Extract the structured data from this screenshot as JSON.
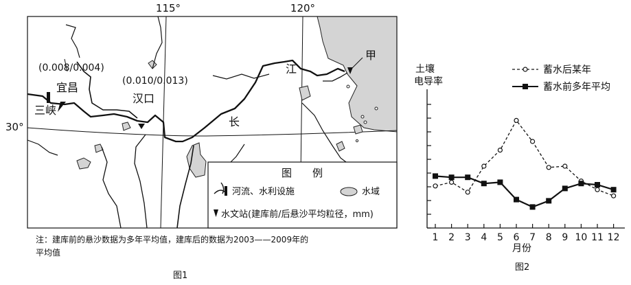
{
  "map": {
    "meridians": [
      "115°",
      "120°"
    ],
    "parallel": "30°",
    "places": {
      "three_gorges": "三峡",
      "yichang": "宜昌",
      "hankou": "汉口",
      "jia": "甲",
      "river_char_1": "长",
      "river_char_2": "江"
    },
    "stations": {
      "yichang_value": "(0.008/0.004)",
      "hankou_value": "(0.010/0.013)"
    },
    "legend": {
      "title": "图　　例",
      "river": "河流、水利设施",
      "water": "水域",
      "station": "水文站(建库前/后悬沙平均粒径，mm)"
    },
    "note_line1": "注：建库前的悬沙数据为多年平均值，建库后的数据为2003——2009年的",
    "note_line2": "平均值",
    "caption": "图1"
  },
  "chart_data": {
    "type": "line",
    "ylabel_line1": "土壤",
    "ylabel_line2": "电导率",
    "xlabel": "月份",
    "caption": "图2",
    "x": [
      1,
      2,
      3,
      4,
      5,
      6,
      7,
      8,
      9,
      10,
      11,
      12
    ],
    "yticks": 9,
    "series": [
      {
        "name": "蓄水后某年",
        "style": "dashed-open-circle",
        "values": [
          3.4,
          3.7,
          2.9,
          5.0,
          6.3,
          8.7,
          7.0,
          4.9,
          5.0,
          3.8,
          3.1,
          2.6
        ]
      },
      {
        "name": "蓄水前多年平均",
        "style": "solid-filled-square",
        "values": [
          4.2,
          4.1,
          4.1,
          3.6,
          3.7,
          2.3,
          1.7,
          2.2,
          3.2,
          3.6,
          3.5,
          3.1
        ]
      }
    ],
    "ylim": [
      0,
      10
    ],
    "grid": false,
    "legend_position": "top-right"
  }
}
